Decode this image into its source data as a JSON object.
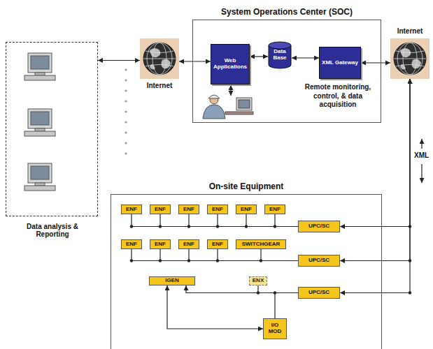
{
  "diagram": {
    "nodes": [
      {
        "text": [
          "System Operations Center (SOC)",
          "Remote monitoring, control, & data acquisition"
        ]
      },
      {
        "text": [
          "Web Applications"
        ],
        "in": 0
      },
      {
        "text": [
          "Data Base"
        ],
        "in": 0
      },
      {
        "text": [
          "XML Gateway"
        ],
        "in": 0
      },
      {
        "text": [
          "Data analysis & Reporting"
        ]
      },
      {
        "text": [
          "Internet"
        ]
      },
      {
        "text": [
          "Internet"
        ]
      },
      {
        "text": [
          "On-site Equipment"
        ]
      },
      {
        "text": [
          "ENF"
        ],
        "in": 7
      },
      {
        "text": [
          "ENF"
        ],
        "in": 7
      },
      {
        "text": [
          "ENF"
        ],
        "in": 7
      },
      {
        "text": [
          "ENF"
        ],
        "in": 7
      },
      {
        "text": [
          "ENF"
        ],
        "in": 7
      },
      {
        "text": [
          "ENF"
        ],
        "in": 7
      },
      {
        "text": [
          "UPC/SC"
        ],
        "in": 7
      },
      {
        "text": [
          "ENF"
        ],
        "in": 7
      },
      {
        "text": [
          "ENF"
        ],
        "in": 7
      },
      {
        "text": [
          "ENF"
        ],
        "in": 7
      },
      {
        "text": [
          "ENF"
        ],
        "in": 7
      },
      {
        "text": [
          "SWITCHGEAR"
        ],
        "in": 7
      },
      {
        "text": [
          "UPC/SC"
        ],
        "in": 7
      },
      {
        "text": [
          "IGEN"
        ],
        "in": 7
      },
      {
        "text": [
          "ENX"
        ],
        "in": 7
      },
      {
        "text": [
          "UPC/SC"
        ],
        "in": 7
      },
      {
        "text": [
          "I/O MOD"
        ],
        "in": 7
      }
    ],
    "edges": [
      {
        "from": 4,
        "to": 5,
        "arrow": "both"
      },
      {
        "from": 5,
        "to": 1,
        "arrow": "both"
      },
      {
        "from": 1,
        "to": 2,
        "arrow": "both"
      },
      {
        "from": 2,
        "to": 3,
        "arrow": "both"
      },
      {
        "from": 3,
        "to": 6,
        "arrow": "both"
      },
      {
        "from": 6,
        "to": 14,
        "arrow": "both"
      },
      {
        "from": 6,
        "to": 20,
        "arrow": "both"
      },
      {
        "from": 6,
        "to": 23,
        "arrow": "both"
      },
      {
        "from": 8,
        "to": 14,
        "arrow": "none"
      },
      {
        "from": 9,
        "to": 14,
        "arrow": "none"
      },
      {
        "from": 10,
        "to": 14,
        "arrow": "none"
      },
      {
        "from": 11,
        "to": 14,
        "arrow": "none"
      },
      {
        "from": 12,
        "to": 14,
        "arrow": "none"
      },
      {
        "from": 13,
        "to": 14,
        "arrow": "none"
      },
      {
        "from": 15,
        "to": 20,
        "arrow": "none"
      },
      {
        "from": 16,
        "to": 20,
        "arrow": "none"
      },
      {
        "from": 17,
        "to": 20,
        "arrow": "none"
      },
      {
        "from": 18,
        "to": 20,
        "arrow": "none"
      },
      {
        "from": 19,
        "to": 20,
        "arrow": "none"
      },
      {
        "from": 23,
        "to": 21,
        "arrow": "to"
      },
      {
        "from": 22,
        "to": 23,
        "arrow": "none"
      },
      {
        "from": 24,
        "to": 23,
        "arrow": "none"
      },
      {
        "from": 21,
        "to": 24,
        "arrow": "both"
      }
    ],
    "labels": [
      "XML"
    ]
  }
}
